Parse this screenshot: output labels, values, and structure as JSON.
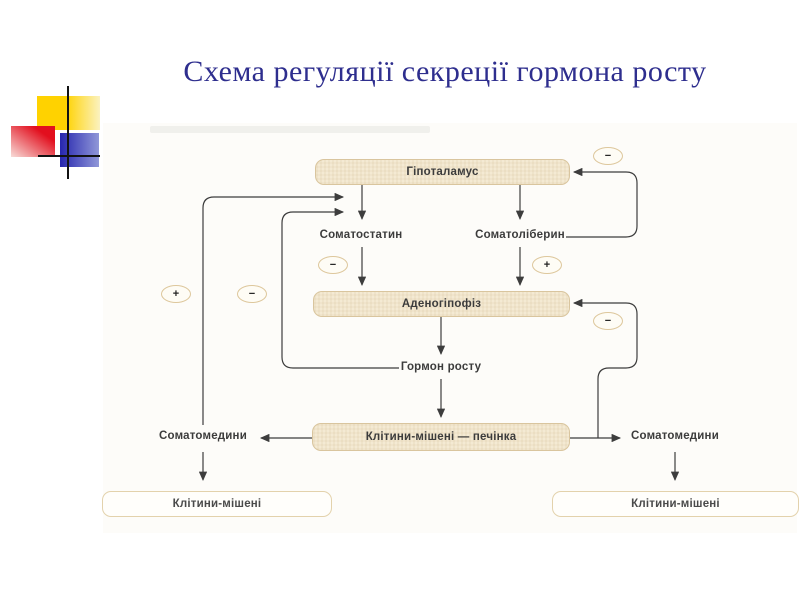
{
  "slide": {
    "title": "Схема регуляції секреції гормона росту"
  },
  "diagram": {
    "nodes": {
      "hypothalamus": "Гіпоталамус",
      "somatostatin": "Соматостатин",
      "somatoliberin": "Соматоліберин",
      "adenohypophysis": "Аденогіпофіз",
      "growth_hormone": "Гормон росту",
      "target_cells_liver": "Клітини-мішені — печінка",
      "somatomedins_left": "Соматомедини",
      "somatomedins_right": "Соматомедини",
      "target_cells_left": "Клітини-мішені",
      "target_cells_right": "Клітини-мішені"
    },
    "signs": {
      "feedback_to_hypothalamus": "−",
      "somatostatin_on_adenohypophysis": "−",
      "somatoliberin_on_adenohypophysis": "+",
      "somatomedins_on_adenohypophysis": "−",
      "somatomedins_on_somatostatin": "+",
      "growth_hormone_on_somatostatin": "−"
    },
    "colors": {
      "title_text": "#2e2e8e",
      "node_fill": "#f4ead3",
      "node_border": "#d9c59e",
      "connector": "#3d3d3d",
      "logo_yellow": "#ffd200",
      "logo_red": "#e20f1e",
      "logo_blue": "#2626ae"
    }
  }
}
